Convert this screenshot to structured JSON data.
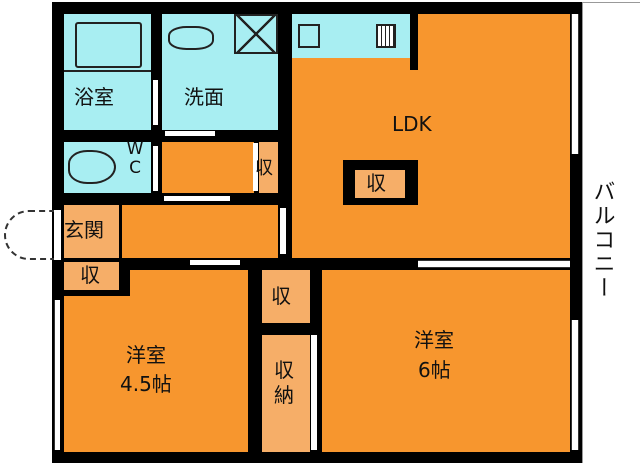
{
  "rooms": {
    "bath": "浴室",
    "washroom": "洗面",
    "wc": "WC",
    "ldk": "LDK",
    "entrance": "玄関",
    "entrance_storage": "収",
    "hall_storage": "収",
    "ldk_storage": "収",
    "bedroom_small": {
      "name": "洋室",
      "size": "4.5帖"
    },
    "bedroom_large": {
      "name": "洋室",
      "size": "6帖"
    },
    "bedroom_storage": "収",
    "closet": "収納",
    "balcony": "バルコニー"
  },
  "colors": {
    "room": "#f7962e",
    "storage": "#f6ae68",
    "wet_area": "#a8eef2",
    "wall": "#000000"
  }
}
